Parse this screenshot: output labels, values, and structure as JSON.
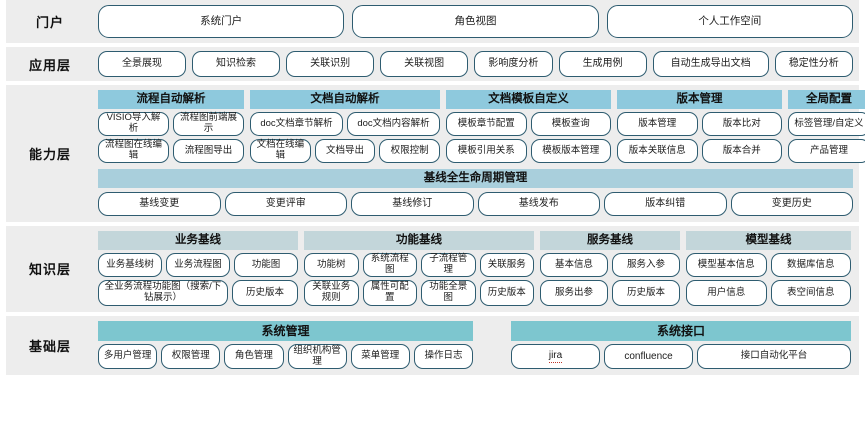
{
  "diagram": {
    "colors": {
      "row_bg": "#ededed",
      "pill_border": "#2e5c70",
      "capability_title": "#8ec9dd",
      "lifecycle_title": "#a9cfdc",
      "knowledge_title": "#c3d6da",
      "foundation_title": "#7dc6cf",
      "page_bg": "#ffffff"
    },
    "rows": {
      "portal": {
        "label": "门户",
        "items": [
          "系统门户",
          "角色视图",
          "个人工作空间"
        ]
      },
      "application": {
        "label": "应用层",
        "items": [
          "全景展现",
          "知识检索",
          "关联识别",
          "关联视图",
          "影响度分析",
          "生成用例",
          "自动生成导出文档",
          "稳定性分析"
        ]
      },
      "capability": {
        "label": "能力层",
        "groups": [
          {
            "title": "流程自动解析",
            "row1": [
              "VISIO导入解析",
              "流程图前端展示"
            ],
            "row2": [
              "流程图在线编辑",
              "流程图导出"
            ]
          },
          {
            "title": "文档自动解析",
            "row1": [
              "doc文档章节解析",
              "doc文档内容解析"
            ],
            "row2": [
              "文档在线编辑",
              "文档导出",
              "权限控制"
            ]
          },
          {
            "title": "文档模板自定义",
            "row1": [
              "模板章节配置",
              "模板查询"
            ],
            "row2": [
              "模板引用关系",
              "模板版本管理"
            ]
          },
          {
            "title": "版本管理",
            "row1": [
              "版本管理",
              "版本比对"
            ],
            "row2": [
              "版本关联信息",
              "版本合并"
            ]
          },
          {
            "title": "全局配置",
            "row1": [
              "标签管理/自定义"
            ],
            "row2": [
              "产品管理"
            ]
          }
        ],
        "lifecycle": {
          "title": "基线全生命周期管理",
          "items": [
            "基线变更",
            "变更评审",
            "基线修订",
            "基线发布",
            "版本纠错",
            "变更历史"
          ]
        }
      },
      "knowledge": {
        "label": "知识层",
        "groups": [
          {
            "title": "业务基线",
            "row1": [
              "业务基线树",
              "业务流程图",
              "功能图"
            ],
            "row2": [
              "全业务流程功能图（搜索/下钻展示）",
              "历史版本"
            ]
          },
          {
            "title": "功能基线",
            "row1": [
              "功能树",
              "系统流程图",
              "子流程管理",
              "关联服务"
            ],
            "row2": [
              "关联业务规则",
              "属性可配置",
              "功能全景图",
              "历史版本"
            ]
          },
          {
            "title": "服务基线",
            "row1": [
              "基本信息",
              "服务入参"
            ],
            "row2": [
              "服务出参",
              "历史版本"
            ]
          },
          {
            "title": "模型基线",
            "row1": [
              "模型基本信息",
              "数据库信息"
            ],
            "row2": [
              "用户信息",
              "表空间信息"
            ]
          }
        ]
      },
      "foundation": {
        "label": "基础层",
        "groups": [
          {
            "title": "系统管理",
            "items": [
              "多用户管理",
              "权限管理",
              "角色管理",
              "组织机构管理",
              "菜单管理",
              "操作日志"
            ]
          },
          {
            "title": "系统接口",
            "items": [
              "jira",
              "confluence",
              "接口自动化平台"
            ]
          }
        ]
      }
    }
  }
}
